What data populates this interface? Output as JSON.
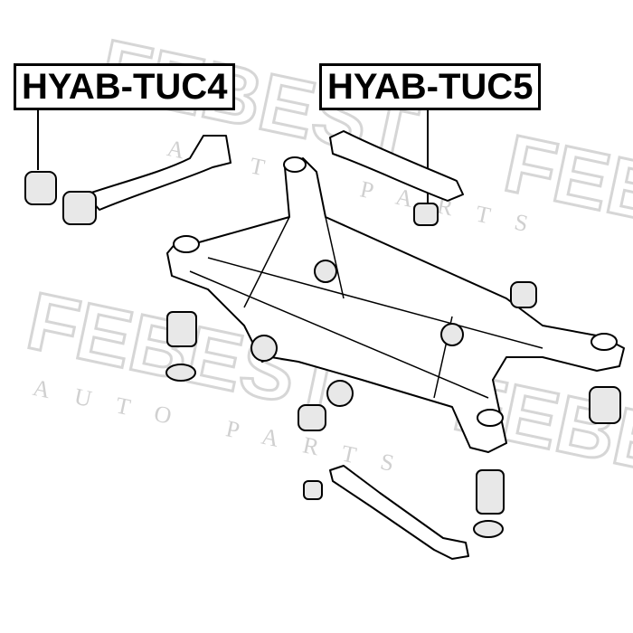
{
  "labels": [
    {
      "id": "tuc4",
      "text": "HYAB-TUC4"
    },
    {
      "id": "tuc5",
      "text": "HYAB-TUC5"
    }
  ],
  "watermark": {
    "brand": "FEBEST",
    "tagline": "AUTO PARTS"
  },
  "colors": {
    "line": "#000000",
    "watermark": "#d6d6d6",
    "background": "#ffffff"
  }
}
